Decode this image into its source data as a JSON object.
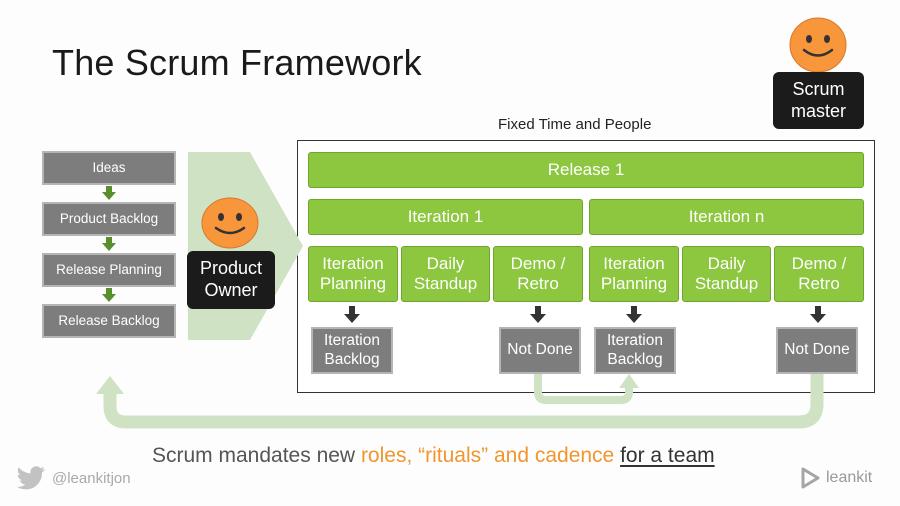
{
  "title": "The Scrum Framework",
  "roles": {
    "scrum_master": "Scrum master",
    "product_owner": "Product Owner"
  },
  "left_flow": [
    "Ideas",
    "Product Backlog",
    "Release Planning",
    "Release Backlog"
  ],
  "frame_label": "Fixed Time and People",
  "release": "Release 1",
  "iterations": [
    "Iteration 1",
    "Iteration n"
  ],
  "rituals": {
    "planning": "Iteration Planning",
    "standup": "Daily Standup",
    "demo": "Demo / Retro"
  },
  "outputs": {
    "backlog": "Iteration Backlog",
    "not_done": "Not Done"
  },
  "caption": {
    "before": "Scrum mandates new ",
    "highlight": "roles, “rituals” and cadence",
    "middle": " ",
    "underlined": "for a team"
  },
  "footer": {
    "handle": "@leankitjon",
    "brand": "leankit"
  },
  "colors": {
    "green": "#8dc63f",
    "gray_box": "#7d7d7d",
    "dark": "#1b1b1b",
    "face": "#f7963a",
    "arrow": "#cfe2c3",
    "accent_text": "#f0962c"
  }
}
